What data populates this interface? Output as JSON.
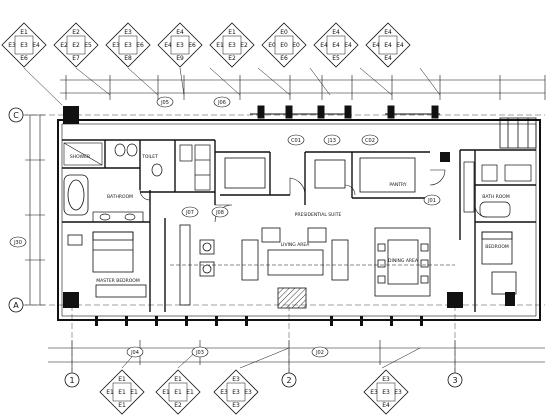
{
  "tags_top": [
    {
      "top": "E1",
      "left": "E3",
      "mid": "E3",
      "right": "E4",
      "bottom": "E6"
    },
    {
      "top": "E2",
      "left": "E2",
      "mid": "E2",
      "right": "E5",
      "bottom": "E7"
    },
    {
      "top": "E3",
      "left": "E3",
      "mid": "E3",
      "right": "E6",
      "bottom": "E8"
    },
    {
      "top": "E4",
      "left": "E4",
      "mid": "E3",
      "right": "E6",
      "bottom": "E9"
    },
    {
      "top": "E1",
      "left": "E1",
      "mid": "E3",
      "right": "E2",
      "bottom": "E2"
    },
    {
      "top": "E0",
      "left": "E0",
      "mid": "E0",
      "right": "E0",
      "bottom": "E6"
    },
    {
      "top": "E4",
      "left": "E4",
      "mid": "E4",
      "right": "E4",
      "bottom": "E5"
    },
    {
      "top": "E4",
      "left": "E4",
      "mid": "E4",
      "right": "E4",
      "bottom": "E4"
    }
  ],
  "tags_bottom": [
    {
      "top": "E1",
      "left": "E1",
      "mid": "E1",
      "right": "E1",
      "bottom": "E1"
    },
    {
      "top": "E1",
      "left": "E1",
      "mid": "E1",
      "right": "E1",
      "bottom": "E2"
    },
    {
      "top": "E3",
      "left": "E3",
      "mid": "E3",
      "right": "E3",
      "bottom": "E3"
    },
    {
      "top": "E3",
      "left": "E3",
      "mid": "E3",
      "right": "E3",
      "bottom": "E4"
    }
  ],
  "grid_rows": [
    "C",
    "A"
  ],
  "grid_cols": [
    "1",
    "2",
    "3"
  ],
  "callouts": {
    "j05": "J05",
    "j06": "J06",
    "c01": "C01",
    "j30": "J30",
    "j03": "J03",
    "j04": "J04",
    "j02": "J02",
    "j13": "J13",
    "c02": "C02",
    "j01": "J01",
    "j08": "J08",
    "j07": "J07"
  },
  "rooms": {
    "shower": "SHOWER",
    "toilet": "TOILET",
    "bathroom": "BATHROOM",
    "master_bedroom": "MASTER BEDROOM",
    "presidential_suite": "PRESIDENTIAL SUITE",
    "living_area": "LIVING AREA",
    "dining_area": "DINING AREA",
    "pantry": "PANTRY",
    "bath_room": "BATH ROOM",
    "bedroom": "BEDROOM"
  }
}
